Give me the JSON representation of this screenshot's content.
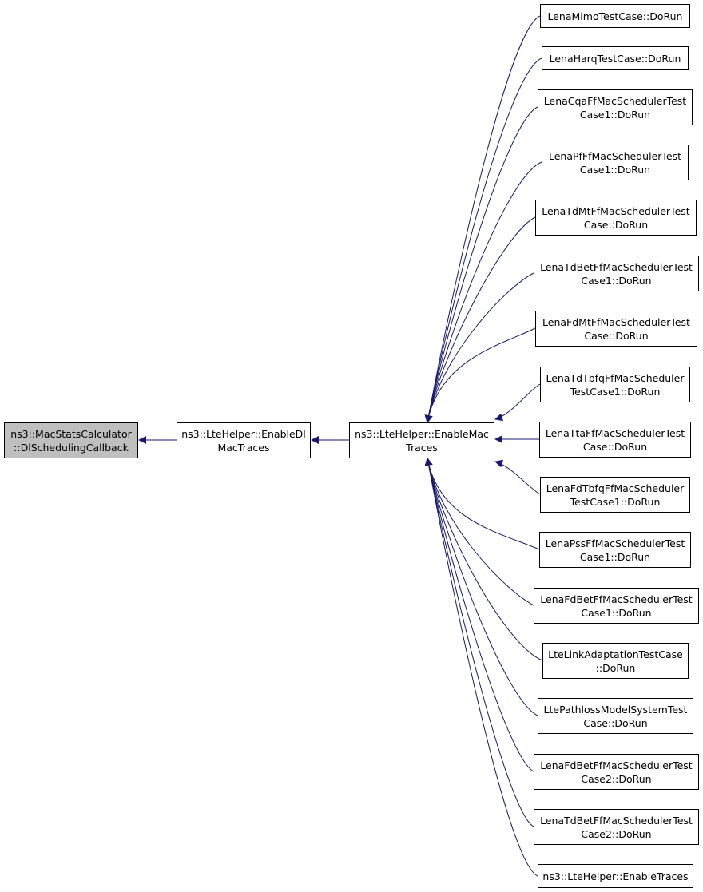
{
  "diagram": {
    "edge_color": "#191970",
    "root": {
      "id": "mac-stats",
      "label": "ns3::MacStatsCalculator\n::DlSchedulingCallback"
    },
    "nodes": [
      {
        "id": "enable-dl-mac",
        "label": "ns3::LteHelper::EnableDl\nMacTraces"
      },
      {
        "id": "enable-mac",
        "label": "ns3::LteHelper::EnableMac\nTraces"
      },
      {
        "id": "c1",
        "label": "LenaMimoTestCase::DoRun"
      },
      {
        "id": "c2",
        "label": "LenaHarqTestCase::DoRun"
      },
      {
        "id": "c3",
        "label": "LenaCqaFfMacSchedulerTest\nCase1::DoRun"
      },
      {
        "id": "c4",
        "label": "LenaPfFfMacSchedulerTest\nCase1::DoRun"
      },
      {
        "id": "c5",
        "label": "LenaTdMtFfMacSchedulerTest\nCase::DoRun"
      },
      {
        "id": "c6",
        "label": "LenaTdBetFfMacSchedulerTest\nCase1::DoRun"
      },
      {
        "id": "c7",
        "label": "LenaFdMtFfMacSchedulerTest\nCase::DoRun"
      },
      {
        "id": "c8",
        "label": "LenaTdTbfqFfMacScheduler\nTestCase1::DoRun"
      },
      {
        "id": "c9",
        "label": "LenaTtaFfMacSchedulerTest\nCase::DoRun"
      },
      {
        "id": "c10",
        "label": "LenaFdTbfqFfMacScheduler\nTestCase1::DoRun"
      },
      {
        "id": "c11",
        "label": "LenaPssFfMacSchedulerTest\nCase1::DoRun"
      },
      {
        "id": "c12",
        "label": "LenaFdBetFfMacSchedulerTest\nCase1::DoRun"
      },
      {
        "id": "c13",
        "label": "LteLinkAdaptationTestCase\n::DoRun"
      },
      {
        "id": "c14",
        "label": "LtePathlossModelSystemTest\nCase::DoRun"
      },
      {
        "id": "c15",
        "label": "LenaFdBetFfMacSchedulerTest\nCase2::DoRun"
      },
      {
        "id": "c16",
        "label": "LenaTdBetFfMacSchedulerTest\nCase2::DoRun"
      },
      {
        "id": "c17",
        "label": "ns3::LteHelper::EnableTraces"
      }
    ],
    "edges": [
      {
        "from": "enable-dl-mac",
        "to": "mac-stats"
      },
      {
        "from": "enable-mac",
        "to": "enable-dl-mac"
      },
      {
        "from": "c1",
        "to": "enable-mac"
      },
      {
        "from": "c2",
        "to": "enable-mac"
      },
      {
        "from": "c3",
        "to": "enable-mac"
      },
      {
        "from": "c4",
        "to": "enable-mac"
      },
      {
        "from": "c5",
        "to": "enable-mac"
      },
      {
        "from": "c6",
        "to": "enable-mac"
      },
      {
        "from": "c7",
        "to": "enable-mac"
      },
      {
        "from": "c8",
        "to": "enable-mac"
      },
      {
        "from": "c9",
        "to": "enable-mac"
      },
      {
        "from": "c10",
        "to": "enable-mac"
      },
      {
        "from": "c11",
        "to": "enable-mac"
      },
      {
        "from": "c12",
        "to": "enable-mac"
      },
      {
        "from": "c13",
        "to": "enable-mac"
      },
      {
        "from": "c14",
        "to": "enable-mac"
      },
      {
        "from": "c15",
        "to": "enable-mac"
      },
      {
        "from": "c16",
        "to": "enable-mac"
      },
      {
        "from": "c17",
        "to": "enable-mac"
      }
    ]
  }
}
